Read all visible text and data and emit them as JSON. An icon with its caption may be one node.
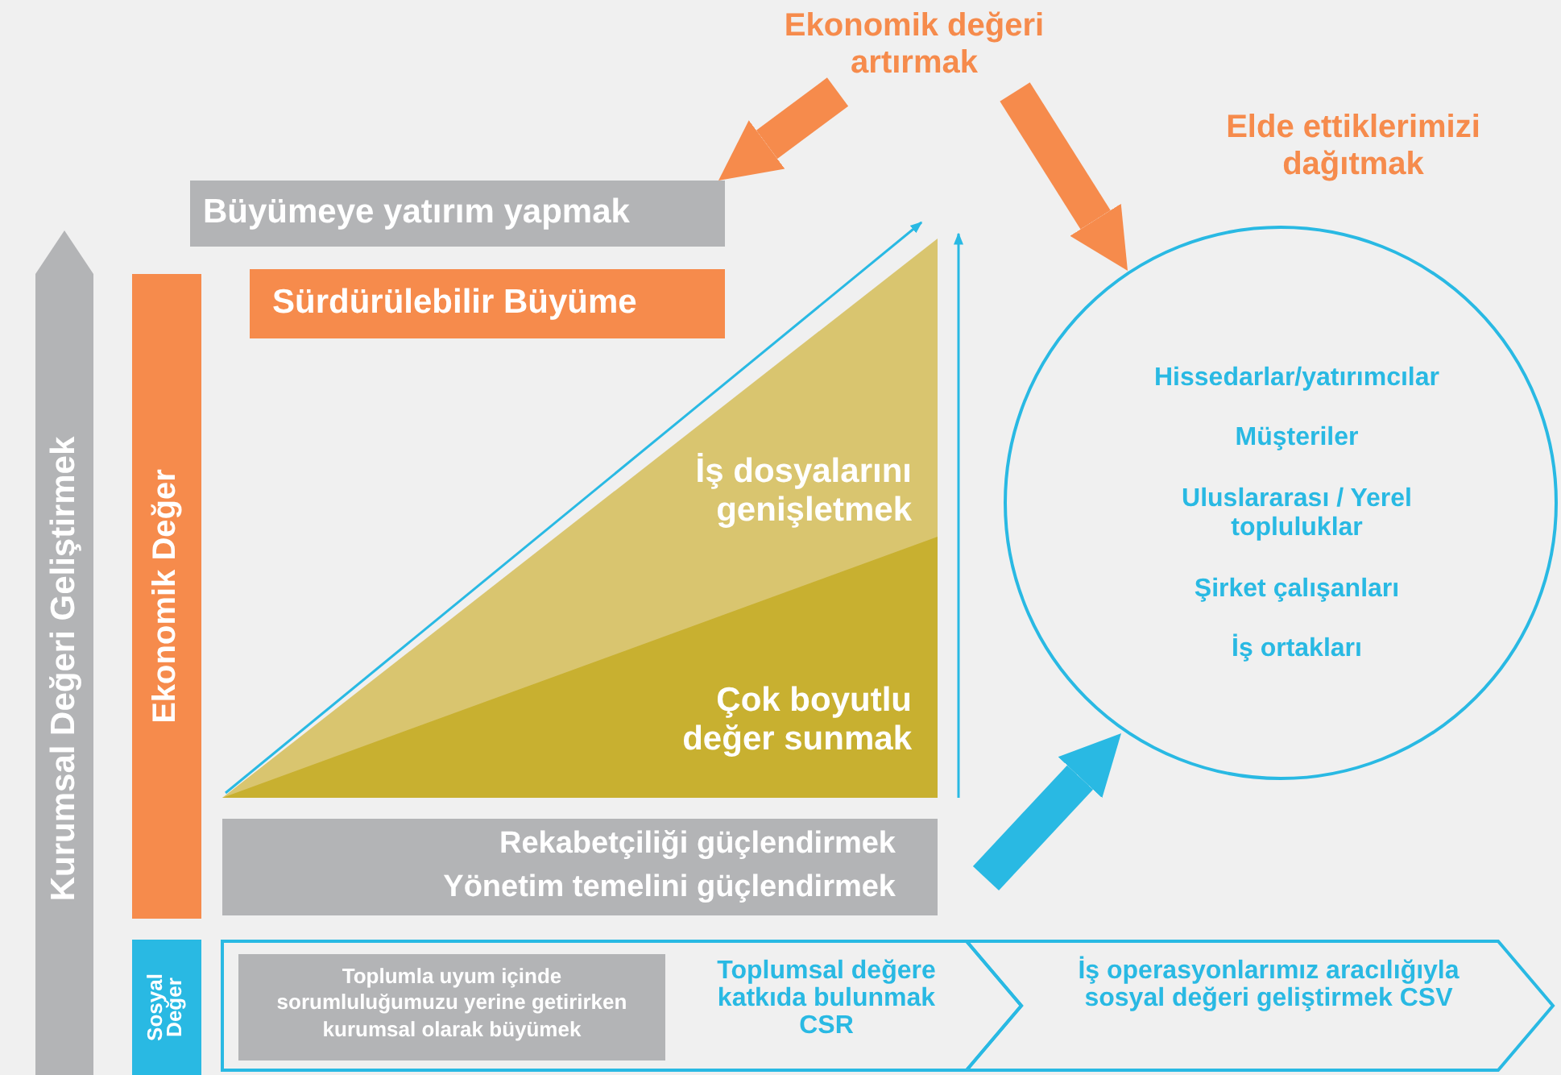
{
  "diagram": {
    "nodes": [
      {
        "text": [
          "Kurumsal Değeri Geliştirmek"
        ]
      },
      {
        "text": [
          "Ekonomik Değer"
        ]
      },
      {
        "text": [
          "Sosyal Değer"
        ]
      },
      {
        "text": [
          "Büyümeye yatırım yapmak"
        ]
      },
      {
        "text": [
          "Sürdürülebilir Büyüme"
        ]
      },
      {
        "text": [
          "İş dosyalarını genişletmek"
        ]
      },
      {
        "text": [
          "Çok boyutlu değer sunmak"
        ],
        "in": 5
      },
      {
        "text": [
          "Rekabetçiliği güçlendirmek",
          "Yönetim temelini güçlendirmek"
        ]
      },
      {
        "text": [
          "Toplumsal değere katkıda bulunmak CSR"
        ]
      },
      {
        "text": [
          "Toplumla uyum içinde sorumluluğumuzu yerine getirirken kurumsal olarak büyümek"
        ],
        "in": 8
      },
      {
        "text": [
          "İş operasyonlarımız aracılığıyla sosyal değeri geliştirmek CSV"
        ]
      },
      {
        "text": [
          "Hissedarlar/yatırımcılar",
          "Müşteriler",
          "Uluslararası / Yerel topluluklar",
          "Şirket çalışanları",
          "İş ortakları"
        ],
        "beside": [
          "Elde ettiklerimizi dağıtmak"
        ]
      },
      {
        "text": [
          "Ekonomik değeri artırmak"
        ]
      }
    ],
    "edges": [
      {
        "from": 12,
        "to": 3,
        "arrow": "to"
      },
      {
        "from": 12,
        "to": 11,
        "arrow": "to"
      },
      {
        "from": null,
        "to": 11,
        "arrow": "to",
        "color": "#29b9e3"
      }
    ]
  }
}
